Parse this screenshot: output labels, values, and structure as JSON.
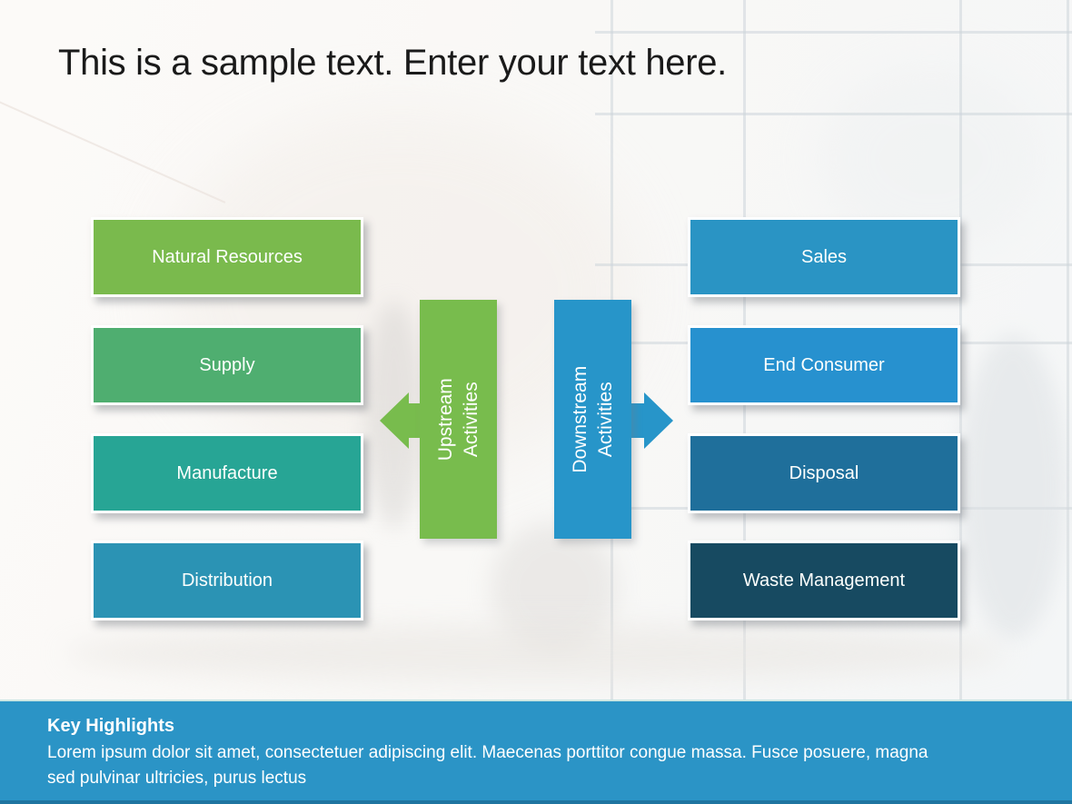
{
  "title": "This is a sample text. Enter your text here.",
  "diagram": {
    "upstream": {
      "label_lines": [
        "Upstream",
        "Activities"
      ],
      "bar_color": "#78BC4D",
      "boxes": [
        {
          "label": "Natural Resources",
          "color": "#7ABA4D"
        },
        {
          "label": "Supply",
          "color": "#4FAE70"
        },
        {
          "label": "Manufacture",
          "color": "#27A595"
        },
        {
          "label": "Distribution",
          "color": "#2B93B4"
        }
      ]
    },
    "downstream": {
      "label_lines": [
        "Downstream",
        "Activities"
      ],
      "bar_color": "#2795C9",
      "boxes": [
        {
          "label": "Sales",
          "color": "#2A94C4"
        },
        {
          "label": "End Consumer",
          "color": "#2791CF"
        },
        {
          "label": "Disposal",
          "color": "#1F6F9B"
        },
        {
          "label": "Waste Management",
          "color": "#174A61"
        }
      ]
    }
  },
  "footer": {
    "heading": "Key Highlights",
    "body_lines": [
      "Lorem ipsum dolor sit amet, consectetuer adipiscing elit. Maecenas porttitor congue massa. Fusce posuere, magna",
      "sed pulvinar ultricies, purus lectus"
    ],
    "background": "#2B94C6"
  }
}
